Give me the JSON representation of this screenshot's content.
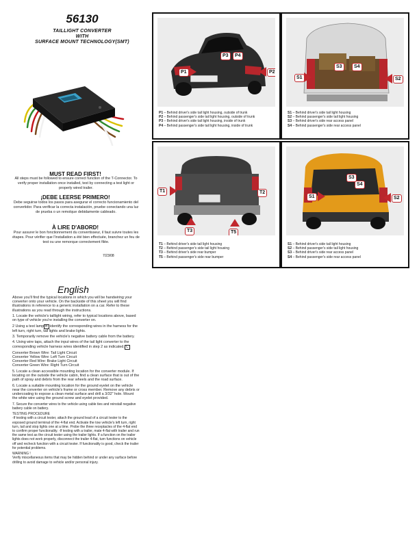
{
  "header": {
    "part_number": "56130",
    "subtitle_lines": [
      "TAILLIGHT CONVERTER",
      "WITH",
      "SURFACE MOUNT TECHNOLOGY(SMT)"
    ]
  },
  "photos": {
    "sedan": {
      "labels": [
        "P1",
        "P2",
        "P3",
        "P4"
      ],
      "captions": [
        {
          "code": "P1",
          "text": " – Behind driver's side tail light housing, outside of trunk"
        },
        {
          "code": "P2",
          "text": " – Behind passenger's side tail light housing, outside of trunk"
        },
        {
          "code": "P3",
          "text": " – Behind driver's side tail light housing, inside of trunk"
        },
        {
          "code": "P4",
          "text": " – Behind passenger's side tail light housing, inside of trunk"
        }
      ]
    },
    "suv": {
      "labels": [
        "S1",
        "S2",
        "S3",
        "S4"
      ],
      "captions": [
        {
          "code": "S1",
          "text": " – Behind driver's side tail light housing"
        },
        {
          "code": "S2",
          "text": " – Behind passenger's side tail light housing"
        },
        {
          "code": "S3",
          "text": " – Behind driver's side rear access panel"
        },
        {
          "code": "S4",
          "text": " – Behind passenger's side rear access panel"
        }
      ]
    },
    "truck": {
      "labels": [
        "T1",
        "T2",
        "T3",
        "T5"
      ],
      "captions": [
        {
          "code": "T1",
          "text": " – Behind driver's side tail light housing"
        },
        {
          "code": "T2",
          "text": " – Behind passenger's side tail light housing"
        },
        {
          "code": "T3",
          "text": " – Behind driver's side rear bumper"
        },
        {
          "code": "T5",
          "text": " – Behind passenger's side rear bumper"
        }
      ]
    },
    "xterra": {
      "labels": [
        "S1",
        "S2",
        "S3",
        "S4"
      ],
      "captions": [
        {
          "code": "S1",
          "text": " – Behind driver's side tail light housing"
        },
        {
          "code": "S2",
          "text": " – Behind passenger's side tail light housing"
        },
        {
          "code": "S3",
          "text": " – Behind driver's side rear access panel"
        },
        {
          "code": "S4",
          "text": " – Behind passenger's side rear access panel"
        }
      ]
    }
  },
  "warnings": {
    "en_title": "MUST READ FIRST!",
    "en_text": "All steps must be followed to ensure correct function of the T-Connector. To verify proper installation once installed, test by connecting a test light or properly wired trailer.",
    "es_title": "¡DEBE LEERSE PRIMERO!",
    "es_text": "Debe seguirse todos los pasos para asegurar el correcto funcionamiento del convertidor. Para verificar la correcta instalación, pruebe conectando una luz de prueba o un remolque debidamente cableado.",
    "fr_title": "À LIRE D'ABORD!",
    "fr_text": "Pour assurer le bon fonctionnement du convertisseur, il faut suivre toutes les étapes. Pour vérifier que l'installation a été bien effectuée, branchez un feu de test ou une remorque correctement filée.",
    "date": "7/23/08"
  },
  "english": {
    "heading": "English",
    "intro": "Above you'll find the typical locations in which you will be handwiring your converter onto your vehicle. On the backside of this sheet you will find illustrations in reference to a generic installation on a car. Refer to these illustrations as you read through the instructions.",
    "step1": "1. Locate the vehicle's taillight wiring, refer to typical locations above, based on type of vehicle you're installing the converter on.",
    "step2_a": "2 Using a test lamp",
    "step2_box": "B",
    "step2_b": " identify the corresponding wires in the harness for the left turn, right turn, tail lights and brake lights.",
    "step3": "3. Temporarily remove the vehicle's negative battery cable from the battery.",
    "step4_a": "4. Using wire taps, attach the input wires of the tail light converter to the corresponding vehicle harness wires identified in step 2 as indicated.",
    "step4_box": "C",
    "wire_brown": "Converter Brown Wire: Tail Light Circuit",
    "wire_yellow": "Converter Yellow Wire: Left Turn Circuit",
    "wire_red": "Converter Red Wire: Brake Light Circuit",
    "wire_green": "Converter Green Wire: Right Turn Circuit",
    "step5": "5. Locate a clean accessible mounting location for the converter module. If locating on the outside the vehicle cabin, find a clean surface that is out of the path of spray and debris from the rear wheels and the road surface.",
    "step6": "6. Locate a suitable mounting location for the ground eyelet on the vehicle near the converter on vehicle's frame or cross member. Remove any debris or undercoating to expose a clean metal surface and drill a 3/32\" hole. Mount the white wire using the ground screw and eyelet provided.",
    "step7": "7. Secure the converter wires to the vehicle using cable ties and reinstall negative battery cable on battery.",
    "testing_title": " TESTING PROCEDURE",
    "testing_text": "-If testing with a circuit tester, attach the ground lead of a circuit tester to the exposed ground terminal of the 4-flat end. Activate the tow vehicle's left turn, right turn, tail and stop lights one at a time. Probe the three receptacles of the 4-flat end to confirm proper functionality. -If testing with a trailer, mate 4-flat with trailer and run the same test as the circuit tester using the trailer lights. If a function on the trailer lights does not work properly, disconnect the trailer 4-flat, turn functions on vehicle off and recheck function with a circuit tester. If functionality is good, check the trailer for potential problems.",
    "warning_title": "WARNING !",
    "warning_text": " Verify miscellaneous items that may be hidden behind or under any surface before drilling to avoid damage to vehicle and/or personal injury."
  }
}
